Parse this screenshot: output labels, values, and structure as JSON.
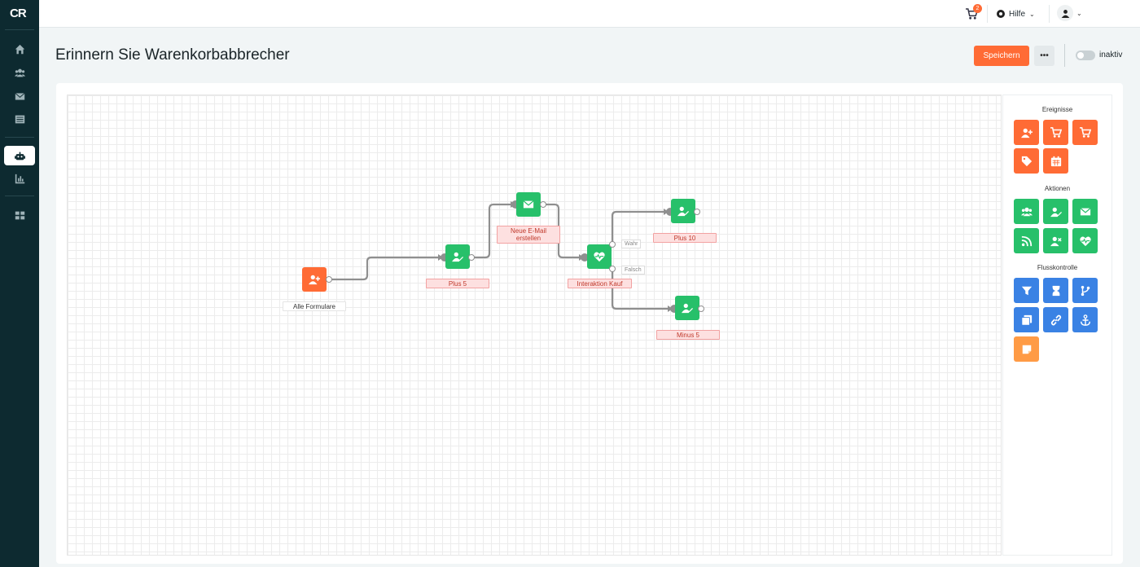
{
  "app": {
    "logo_text": "CR"
  },
  "sidebar": {
    "items": [
      {
        "name": "home-icon"
      },
      {
        "name": "users-icon"
      },
      {
        "name": "mail-icon"
      },
      {
        "name": "list-icon"
      },
      {
        "name": "robot-icon",
        "active": true
      },
      {
        "name": "chart-icon"
      },
      {
        "name": "grid-icon"
      }
    ]
  },
  "topbar": {
    "cart_count": "2",
    "help_label": "Hilfe"
  },
  "header": {
    "title": "Erinnern Sie Warenkorbabbrecher",
    "save_label": "Speichern",
    "more_label": "•••",
    "toggle_label": "inaktiv"
  },
  "palette": {
    "events_heading": "Ereignisse",
    "actions_heading": "Aktionen",
    "flow_heading": "Flusskontrolle",
    "events": [
      "user-plus-icon",
      "cart-icon",
      "cart-icon",
      "tag-icon",
      "calendar-icon"
    ],
    "actions": [
      "users-icon",
      "user-edit-icon",
      "mail-icon",
      "rss-icon",
      "user-remove-icon",
      "heartbeat-icon"
    ],
    "flow": [
      "filter-icon",
      "hourglass-icon",
      "branch-icon",
      "copy-icon",
      "link-icon",
      "anchor-icon",
      "note-icon"
    ]
  },
  "flow": {
    "trigger_label": "Alle Formulare",
    "plus5_label": "Plus 5",
    "email_label_line1": "Neue E-Mail",
    "email_label_line2": "erstellen",
    "interaction_label": "Interaktion Kauf",
    "true_label": "Wahr",
    "false_label": "Falsch",
    "plus10_label": "Plus 10",
    "minus5_label": "Minus 5"
  },
  "colors": {
    "orange": "#ff6b35",
    "green": "#27c06a",
    "blue": "#3a82e4",
    "sidebar": "#0d2a30"
  }
}
